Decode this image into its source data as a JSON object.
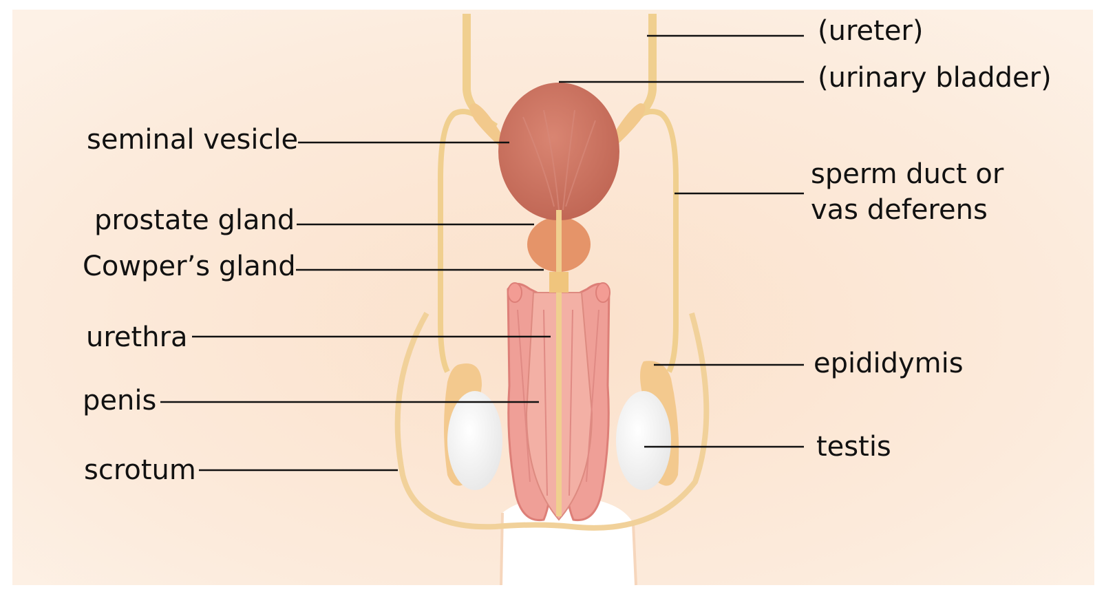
{
  "labels": {
    "ureter": "(ureter)",
    "urinary_bladder": "(urinary bladder)",
    "seminal_vesicle": "seminal vesicle",
    "sperm_duct_line1": "sperm duct or",
    "sperm_duct_line2": "vas deferens",
    "prostate_gland": "prostate gland",
    "cowpers_gland": "Cowper’s gland",
    "urethra": "urethra",
    "epididymis": "epididymis",
    "penis": "penis",
    "testis": "testis",
    "scrotum": "scrotum"
  },
  "colors": {
    "skin": "#fbe3cf",
    "skin_edge": "#f6d2b6",
    "duct": "#f0cf8f",
    "bladder": "#c9705e",
    "prostate": "#e39667",
    "penis_tissue": "#ee9f97",
    "testis": "#f4f4f4",
    "leader_line": "#111111"
  }
}
